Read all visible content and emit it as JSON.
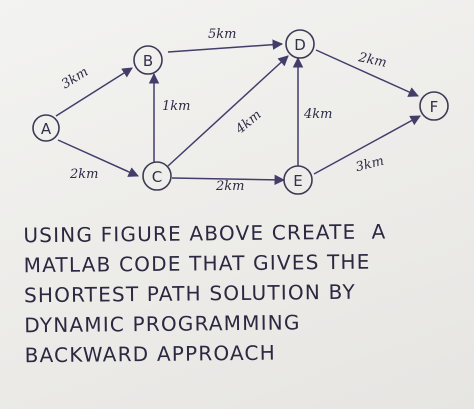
{
  "nodes": [
    {
      "id": "A",
      "label": "A"
    },
    {
      "id": "B",
      "label": "B"
    },
    {
      "id": "C",
      "label": "C"
    },
    {
      "id": "D",
      "label": "D"
    },
    {
      "id": "E",
      "label": "E"
    },
    {
      "id": "F",
      "label": "F"
    }
  ],
  "edges": [
    {
      "from": "A",
      "to": "B",
      "label": "3km"
    },
    {
      "from": "A",
      "to": "C",
      "label": "2km"
    },
    {
      "from": "C",
      "to": "B",
      "label": "1km"
    },
    {
      "from": "B",
      "to": "D",
      "label": "5km"
    },
    {
      "from": "C",
      "to": "D",
      "label": "4km"
    },
    {
      "from": "C",
      "to": "E",
      "label": "2km"
    },
    {
      "from": "E",
      "to": "D",
      "label": "4km"
    },
    {
      "from": "D",
      "to": "F",
      "label": "2km"
    },
    {
      "from": "E",
      "to": "F",
      "label": "3km"
    }
  ],
  "question": {
    "lines": [
      "USING FIGURE ABOVE CREATE  A",
      "MATLAB CODE THAT GIVES THE",
      "SHORTEST PATH SOLUTION BY",
      "DYNAMIC PROGRAMMING",
      "BACKWARD APPROACH"
    ]
  }
}
